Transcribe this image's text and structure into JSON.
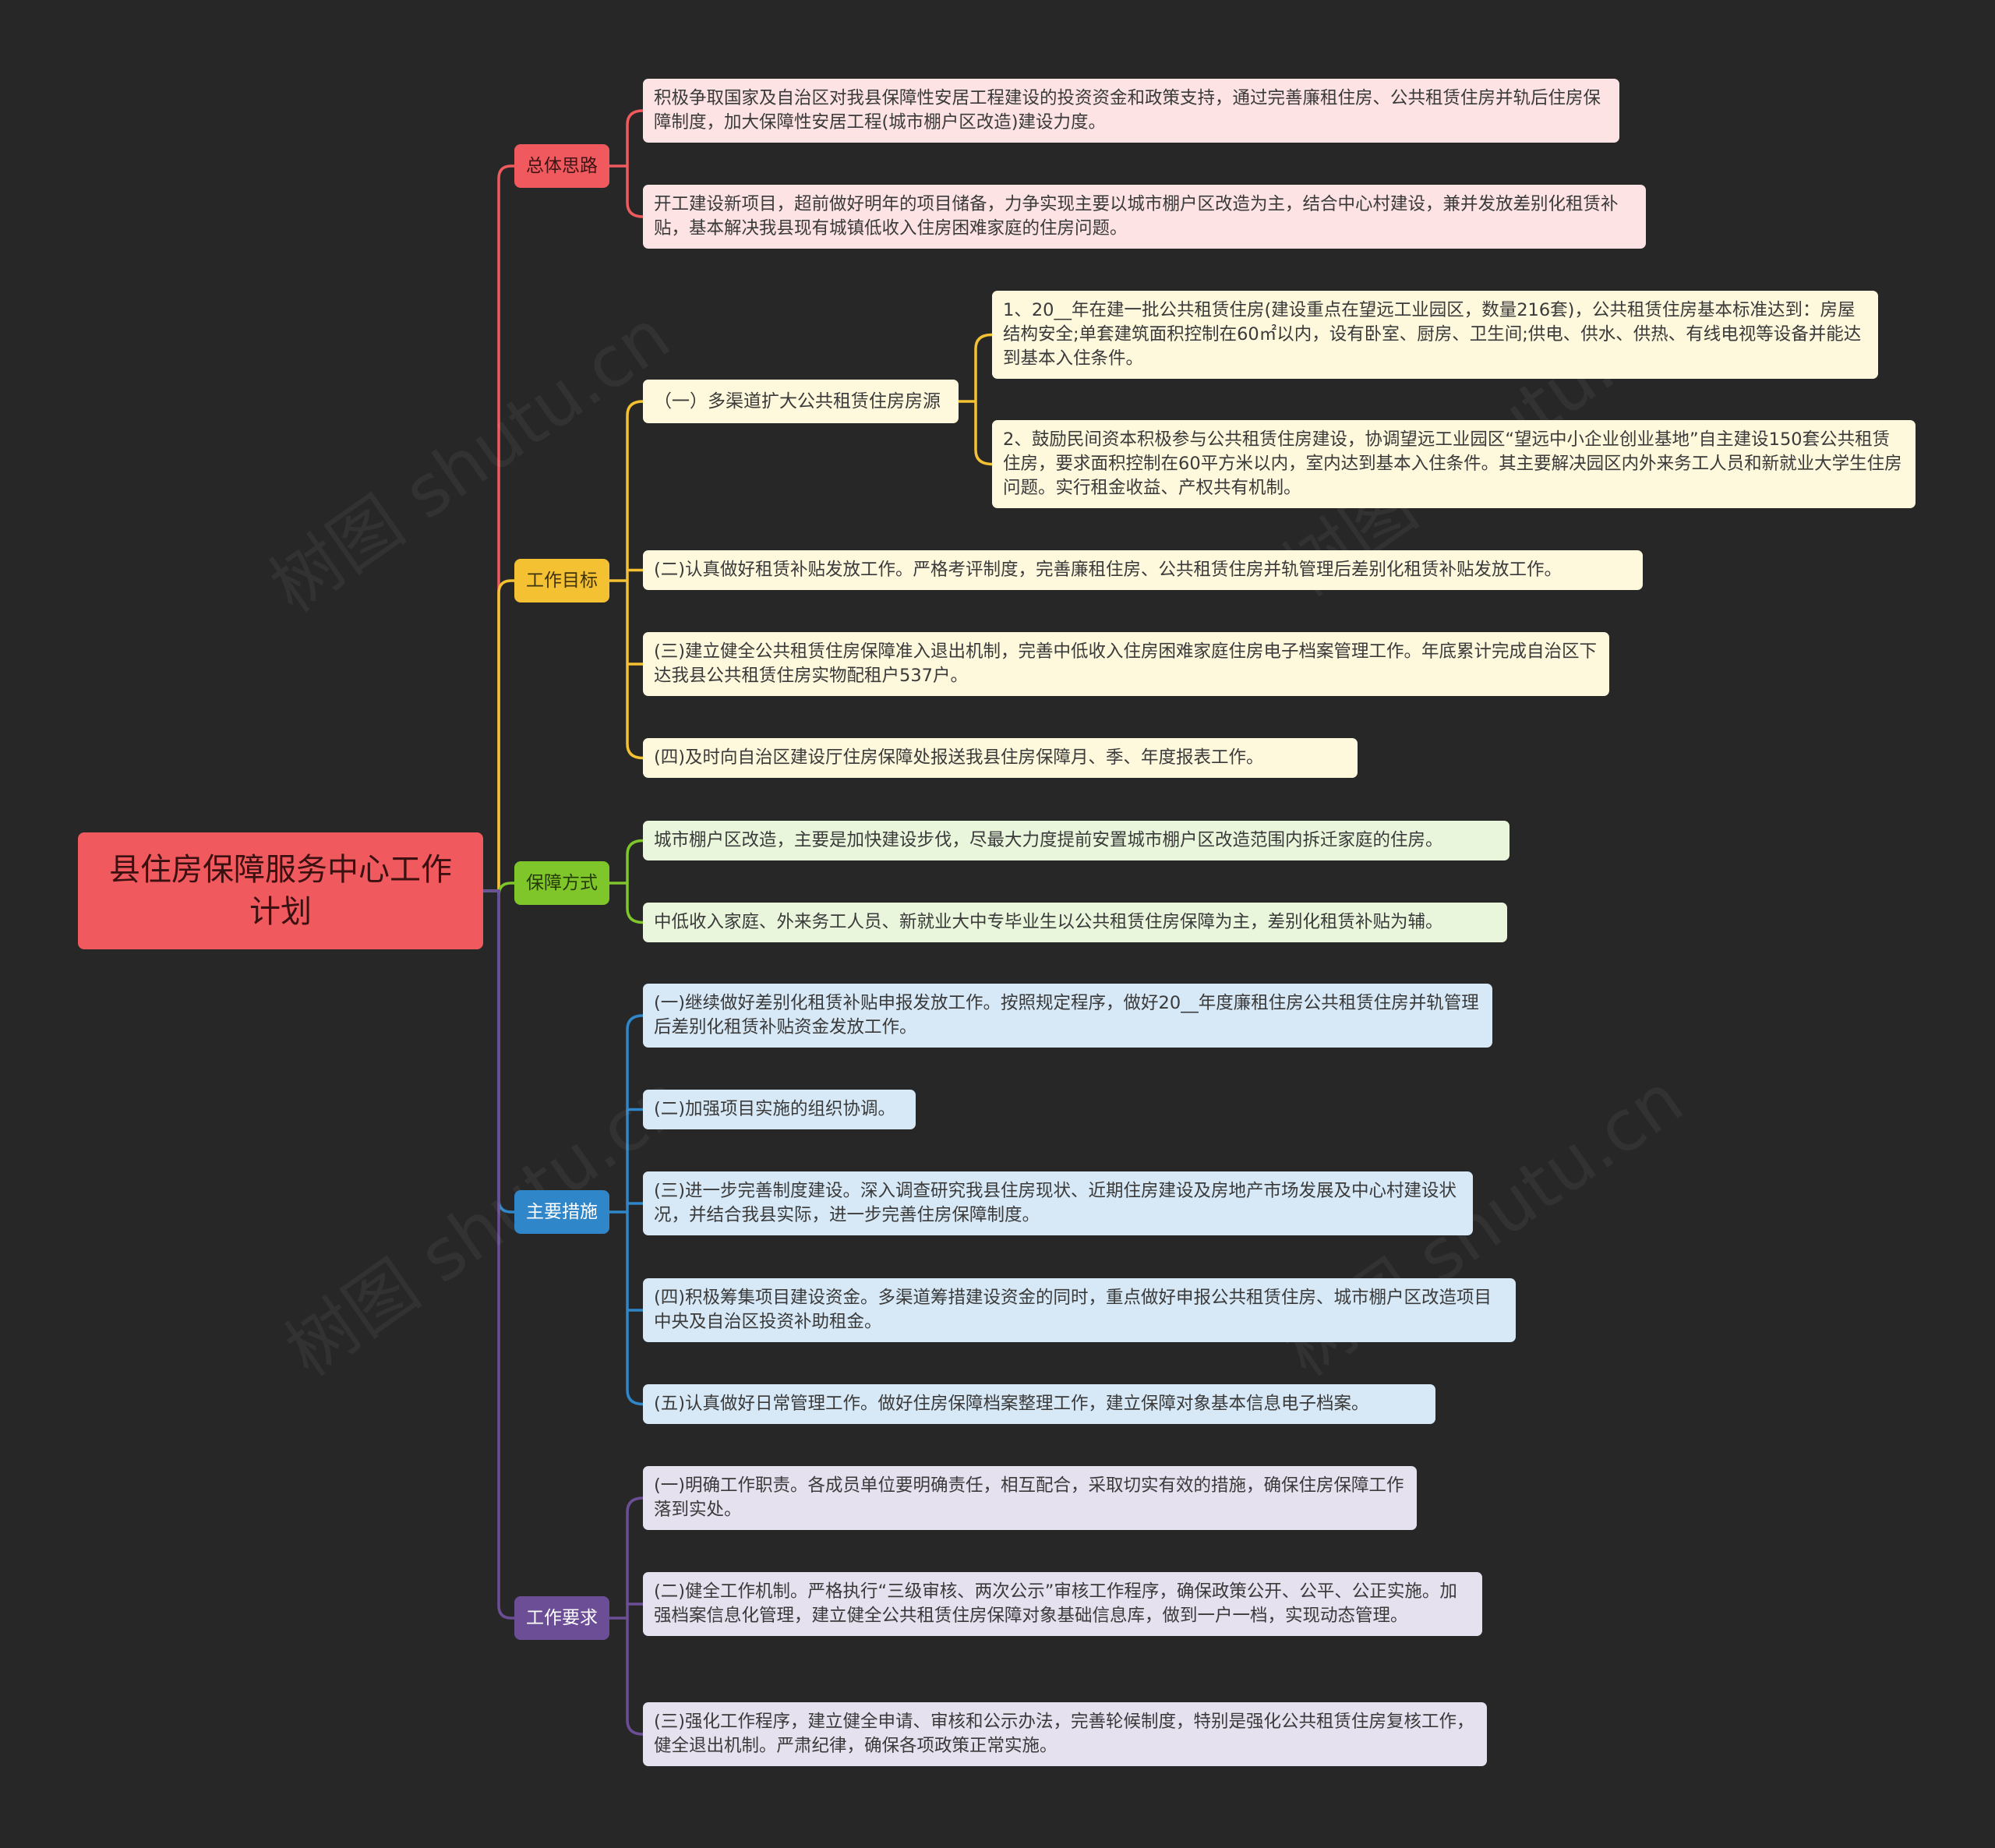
{
  "root": {
    "title": "县住房保障服务中心工作计划",
    "color": "#f05a5e"
  },
  "branches": [
    {
      "label": "总体思路",
      "color": "#f05a5e",
      "items": [
        "积极争取国家及自治区对我县保障性安居工程建设的投资资金和政策支持，通过完善廉租住房、公共租赁住房并轨后住房保障制度，加大保障性安居工程(城市棚户区改造)建设力度。",
        "开工建设新项目，超前做好明年的项目储备，力争实现主要以城市棚户区改造为主，结合中心村建设，兼并发放差别化租赁补贴，基本解决我县现有城镇低收入住房困难家庭的住房问题。"
      ]
    },
    {
      "label": "工作目标",
      "color": "#f4c132",
      "sub": {
        "label": "（一）多渠道扩大公共租赁住房房源",
        "items": [
          "1、20__年在建一批公共租赁住房(建设重点在望远工业园区，数量216套)，公共租赁住房基本标准达到：房屋结构安全;单套建筑面积控制在60㎡以内，设有卧室、厨房、卫生间;供电、供水、供热、有线电视等设备并能达到基本入住条件。",
          "2、鼓励民间资本积极参与公共租赁住房建设，协调望远工业园区“望远中小企业创业基地”自主建设150套公共租赁住房，要求面积控制在60平方米以内，室内达到基本入住条件。其主要解决园区内外来务工人员和新就业大学生住房问题。实行租金收益、产权共有机制。"
        ]
      },
      "items": [
        "(二)认真做好租赁补贴发放工作。严格考评制度，完善廉租住房、公共租赁住房并轨管理后差别化租赁补贴发放工作。",
        "(三)建立健全公共租赁住房保障准入退出机制，完善中低收入住房困难家庭住房电子档案管理工作。年底累计完成自治区下达我县公共租赁住房实物配租户537户。",
        "(四)及时向自治区建设厅住房保障处报送我县住房保障月、季、年度报表工作。"
      ]
    },
    {
      "label": "保障方式",
      "color": "#7fc62a",
      "items": [
        "城市棚户区改造，主要是加快建设步伐，尽最大力度提前安置城市棚户区改造范围内拆迁家庭的住房。",
        "中低收入家庭、外来务工人员、新就业大中专毕业生以公共租赁住房保障为主，差别化租赁补贴为辅。"
      ]
    },
    {
      "label": "主要措施",
      "color": "#2f86c9",
      "items": [
        "(一)继续做好差别化租赁补贴申报发放工作。按照规定程序，做好20__年度廉租住房公共租赁住房并轨管理后差别化租赁补贴资金发放工作。",
        "(二)加强项目实施的组织协调。",
        "(三)进一步完善制度建设。深入调查研究我县住房现状、近期住房建设及房地产市场发展及中心村建设状况，并结合我县实际，进一步完善住房保障制度。",
        "(四)积极筹集项目建设资金。多渠道筹措建设资金的同时，重点做好申报公共租赁住房、城市棚户区改造项目中央及自治区投资补助租金。",
        "(五)认真做好日常管理工作。做好住房保障档案整理工作，建立保障对象基本信息电子档案。"
      ]
    },
    {
      "label": "工作要求",
      "color": "#6b4e96",
      "items": [
        "(一)明确工作职责。各成员单位要明确责任，相互配合，采取切实有效的措施，确保住房保障工作落到实处。",
        "(二)健全工作机制。严格执行“三级审核、两次公示”审核工作程序，确保政策公开、公平、公正实施。加强档案信息化管理，建立健全公共租赁住房保障对象基础信息库，做到一户一档，实现动态管理。",
        "(三)强化工作程序，建立健全申请、审核和公示办法，完善轮候制度，特别是强化公共租赁住房复核工作，健全退出机制。严肃纪律，确保各项政策正常实施。"
      ]
    }
  ],
  "watermarks": [
    "树图 shutu.cn",
    "树图 shutu.cn",
    "树图 shutu.cn",
    "树图 shutu.cn"
  ]
}
